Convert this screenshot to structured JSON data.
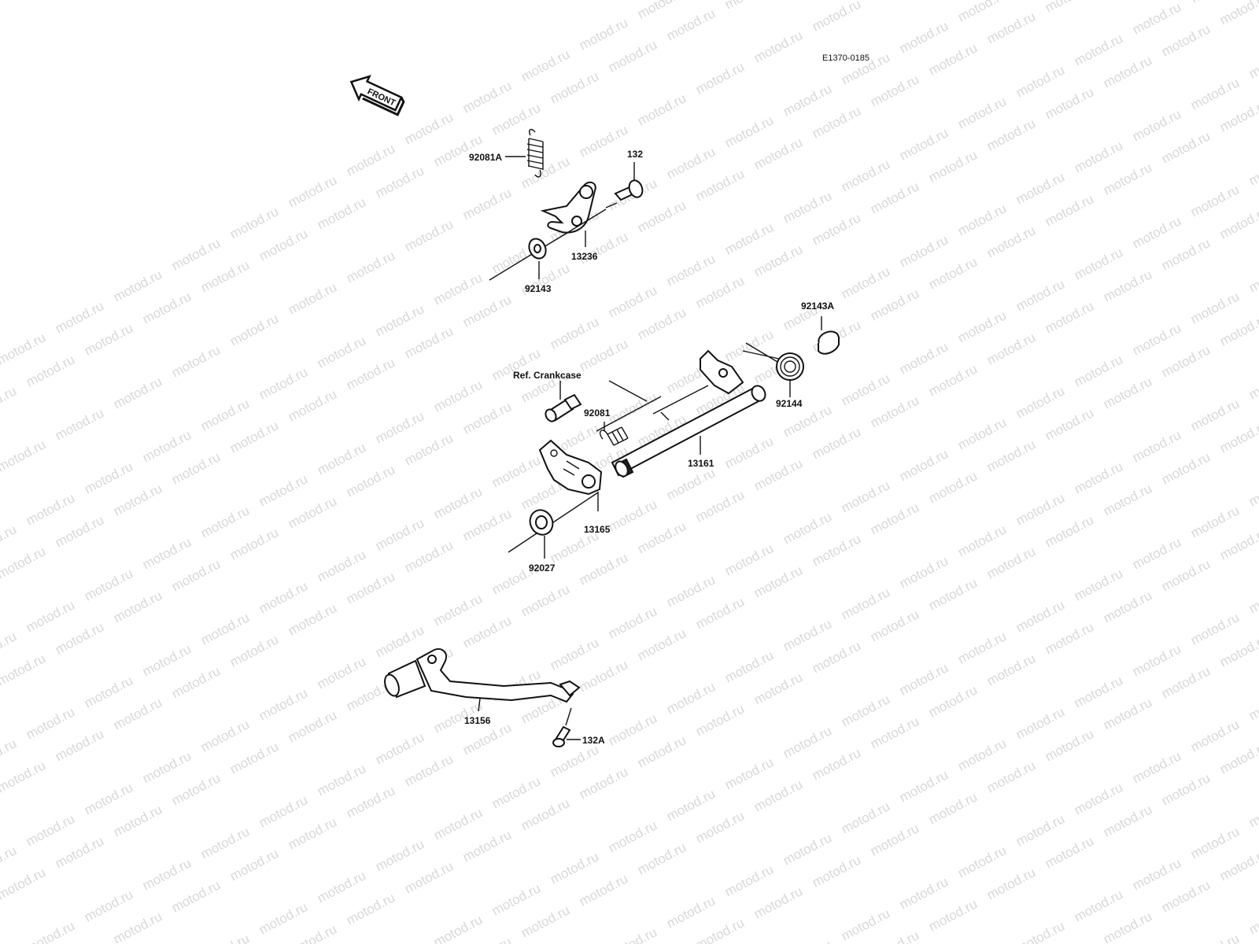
{
  "watermark": "motod.ru",
  "diagram_code": "E1370-0185",
  "front_label": "FRONT",
  "callouts": {
    "spring_92081a": "92081A",
    "bolt_132": "132",
    "arm_13236": "13236",
    "washer_92143": "92143",
    "collar_92143a": "92143A",
    "ref_crankcase": "Ref. Crankcase",
    "spring_92081": "92081",
    "spring_92144": "92144",
    "shaft_13161": "13161",
    "plate_13165": "13165",
    "seal_92027": "92027",
    "pedal_13156": "13156",
    "bolt_132a": "132A"
  }
}
